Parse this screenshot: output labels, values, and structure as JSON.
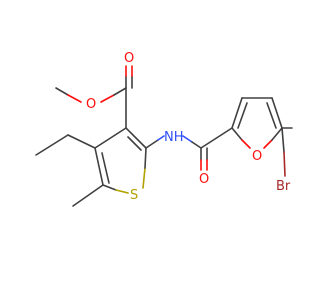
{
  "molecule": {
    "atoms": {
      "o_ester_carbonyl": "O",
      "o_ester_ether": "O",
      "nh": "NH",
      "s_thiophene": "S",
      "o_amide": "O",
      "o_furan": "O",
      "br": "Br"
    }
  },
  "colors": {
    "carbon_bond": "#404040",
    "oxygen": "#ff0d0d",
    "nitrogen": "#3050f8",
    "sulfur": "#b2a200",
    "bromine": "#a62929"
  }
}
